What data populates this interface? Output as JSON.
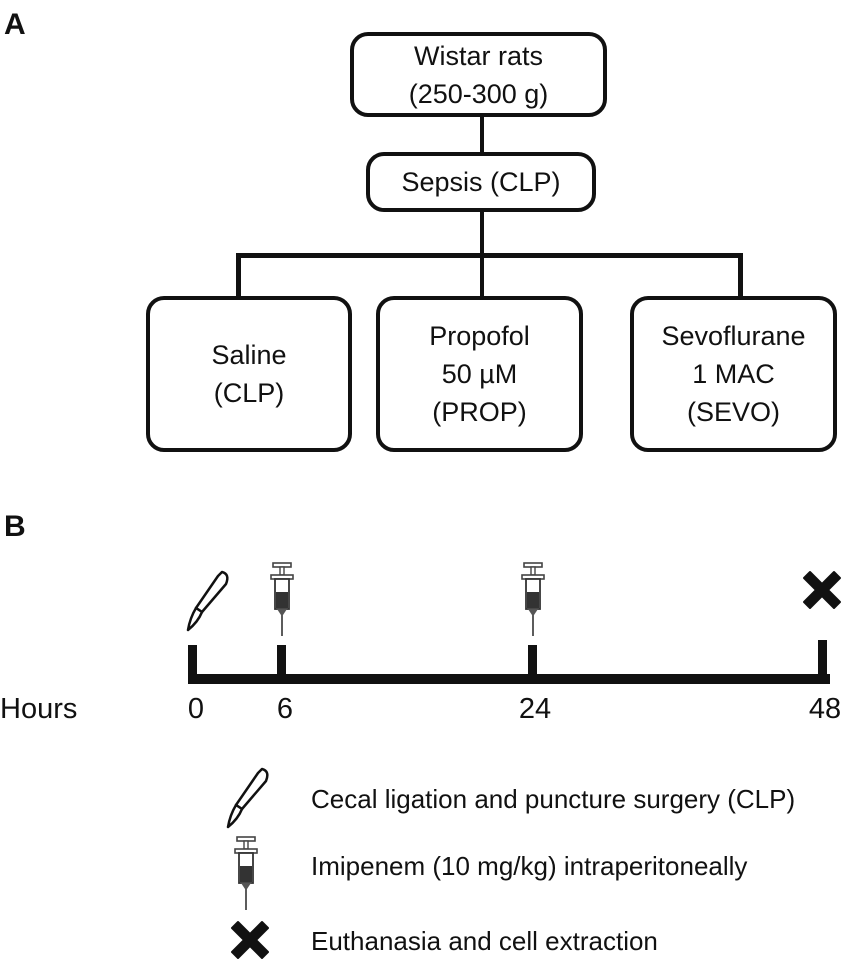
{
  "panels": {
    "a": "A",
    "b": "B"
  },
  "flow": {
    "top": {
      "line1": "Wistar rats",
      "line2": "(250-300 g)"
    },
    "model": {
      "label": "Sepsis (CLP)"
    },
    "groups": [
      {
        "lines": [
          "Saline",
          "(CLP)"
        ]
      },
      {
        "lines": [
          "Propofol",
          "50 µM",
          "(PROP)"
        ]
      },
      {
        "lines": [
          "Sevoflurane",
          "1 MAC",
          "(SEVO)"
        ]
      }
    ]
  },
  "timeline": {
    "axis_label": "Hours",
    "points": [
      {
        "hour": "0",
        "event": "scalpel-icon"
      },
      {
        "hour": "6",
        "event": "syringe-icon"
      },
      {
        "hour": "24",
        "event": "syringe-icon"
      },
      {
        "hour": "48",
        "event": "cross-icon"
      }
    ]
  },
  "legend": [
    {
      "icon": "scalpel-icon",
      "text": "Cecal ligation and puncture surgery (CLP)"
    },
    {
      "icon": "syringe-icon",
      "text": "Imipenem (10 mg/kg) intraperitoneally"
    },
    {
      "icon": "cross-icon",
      "text": "Euthanasia and cell extraction"
    }
  ]
}
